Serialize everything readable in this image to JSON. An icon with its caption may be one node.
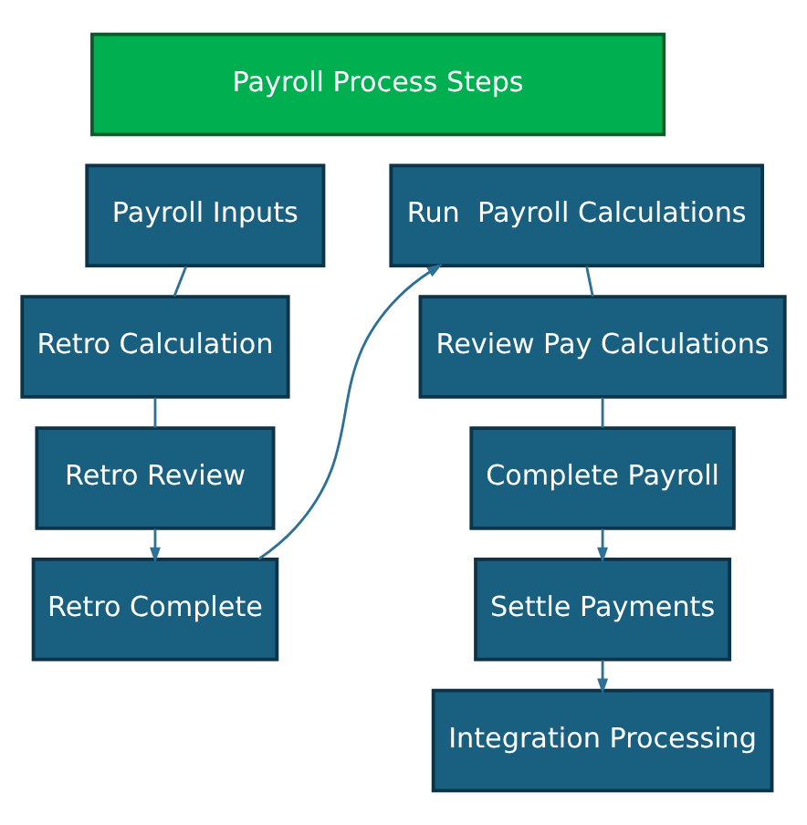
{
  "diagram": {
    "nodes": [
      {
        "text": [
          "Payroll Process Steps"
        ]
      },
      {
        "text": [
          "Payroll Inputs"
        ]
      },
      {
        "text": [
          "Retro Calculation"
        ]
      },
      {
        "text": [
          "Retro Review"
        ]
      },
      {
        "text": [
          "Retro Complete"
        ]
      },
      {
        "text": [
          "Run  Payroll Calculations"
        ]
      },
      {
        "text": [
          "Review Pay Calculations"
        ]
      },
      {
        "text": [
          "Complete Payroll"
        ]
      },
      {
        "text": [
          "Settle Payments"
        ]
      },
      {
        "text": [
          "Integration Processing"
        ]
      }
    ],
    "edges": [
      {
        "from": 1,
        "to": 2,
        "arrow": "none"
      },
      {
        "from": 2,
        "to": 3,
        "arrow": "none"
      },
      {
        "from": 3,
        "to": 4,
        "arrow": "to"
      },
      {
        "from": 4,
        "to": 5,
        "arrow": "to"
      },
      {
        "from": 5,
        "to": 6,
        "arrow": "none"
      },
      {
        "from": 6,
        "to": 7,
        "arrow": "none"
      },
      {
        "from": 7,
        "to": 8,
        "arrow": "to"
      },
      {
        "from": 8,
        "to": 9,
        "arrow": "to"
      }
    ]
  }
}
